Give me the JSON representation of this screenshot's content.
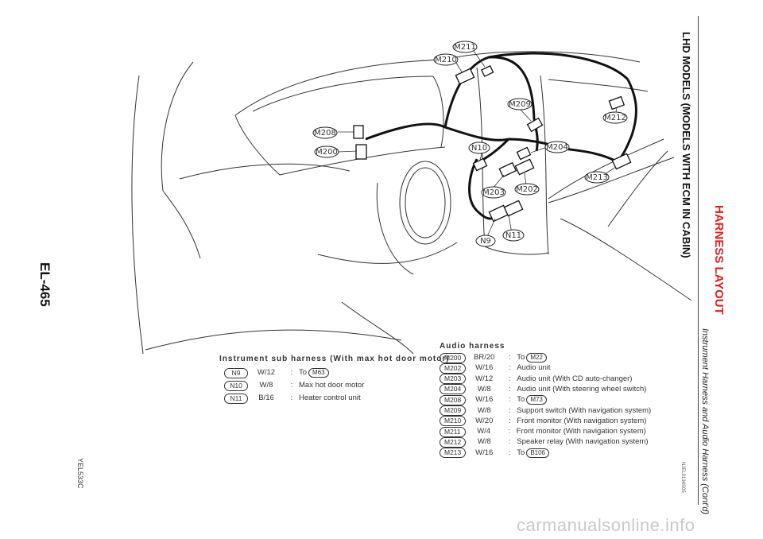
{
  "page_number": "EL-465",
  "image_code": "YEL533C",
  "heading": {
    "section": "HARNESS LAYOUT",
    "subtitle": "Instrument Harness and Audio Harness (Cont'd)",
    "title": "LHD MODELS (MODELS WITH ECM IN CABIN)",
    "ref_code": "NJEL0134S05"
  },
  "diagram_labels": [
    "M211",
    "M210",
    "M209",
    "M212",
    "M208",
    "M200",
    "N10",
    "M204",
    "M213",
    "M203",
    "M202",
    "N11",
    "N9"
  ],
  "instrument_legend": {
    "title": "Instrument sub harness (With max hot door motor)",
    "rows": [
      {
        "code": "N9",
        "wire": "W/12",
        "desc": "To",
        "to": "M63"
      },
      {
        "code": "N10",
        "wire": "W/8",
        "desc": "Max hot door motor",
        "to": ""
      },
      {
        "code": "N11",
        "wire": "B/16",
        "desc": "Heater control unit",
        "to": ""
      }
    ]
  },
  "audio_legend": {
    "title": "Audio harness",
    "rows": [
      {
        "code": "M200",
        "wire": "BR/20",
        "desc": "To",
        "to": "M22"
      },
      {
        "code": "M202",
        "wire": "W/16",
        "desc": "Audio unit",
        "to": ""
      },
      {
        "code": "M203",
        "wire": "W/12",
        "desc": "Audio unit (With CD auto-changer)",
        "to": ""
      },
      {
        "code": "M204",
        "wire": "W/8",
        "desc": "Audio unit (With steering wheel switch)",
        "to": ""
      },
      {
        "code": "M208",
        "wire": "W/16",
        "desc": "To",
        "to": "M73"
      },
      {
        "code": "M209",
        "wire": "W/8",
        "desc": "Support switch (With navigation system)",
        "to": ""
      },
      {
        "code": "M210",
        "wire": "W/20",
        "desc": "Front monitor (With navigation system)",
        "to": ""
      },
      {
        "code": "M211",
        "wire": "W/4",
        "desc": "Front monitor (With navigation system)",
        "to": ""
      },
      {
        "code": "M212",
        "wire": "W/8",
        "desc": "Speaker relay (With navigation system)",
        "to": ""
      },
      {
        "code": "M213",
        "wire": "W/16",
        "desc": "To",
        "to": "B106"
      }
    ]
  },
  "watermark": "carmanualsonline.info"
}
